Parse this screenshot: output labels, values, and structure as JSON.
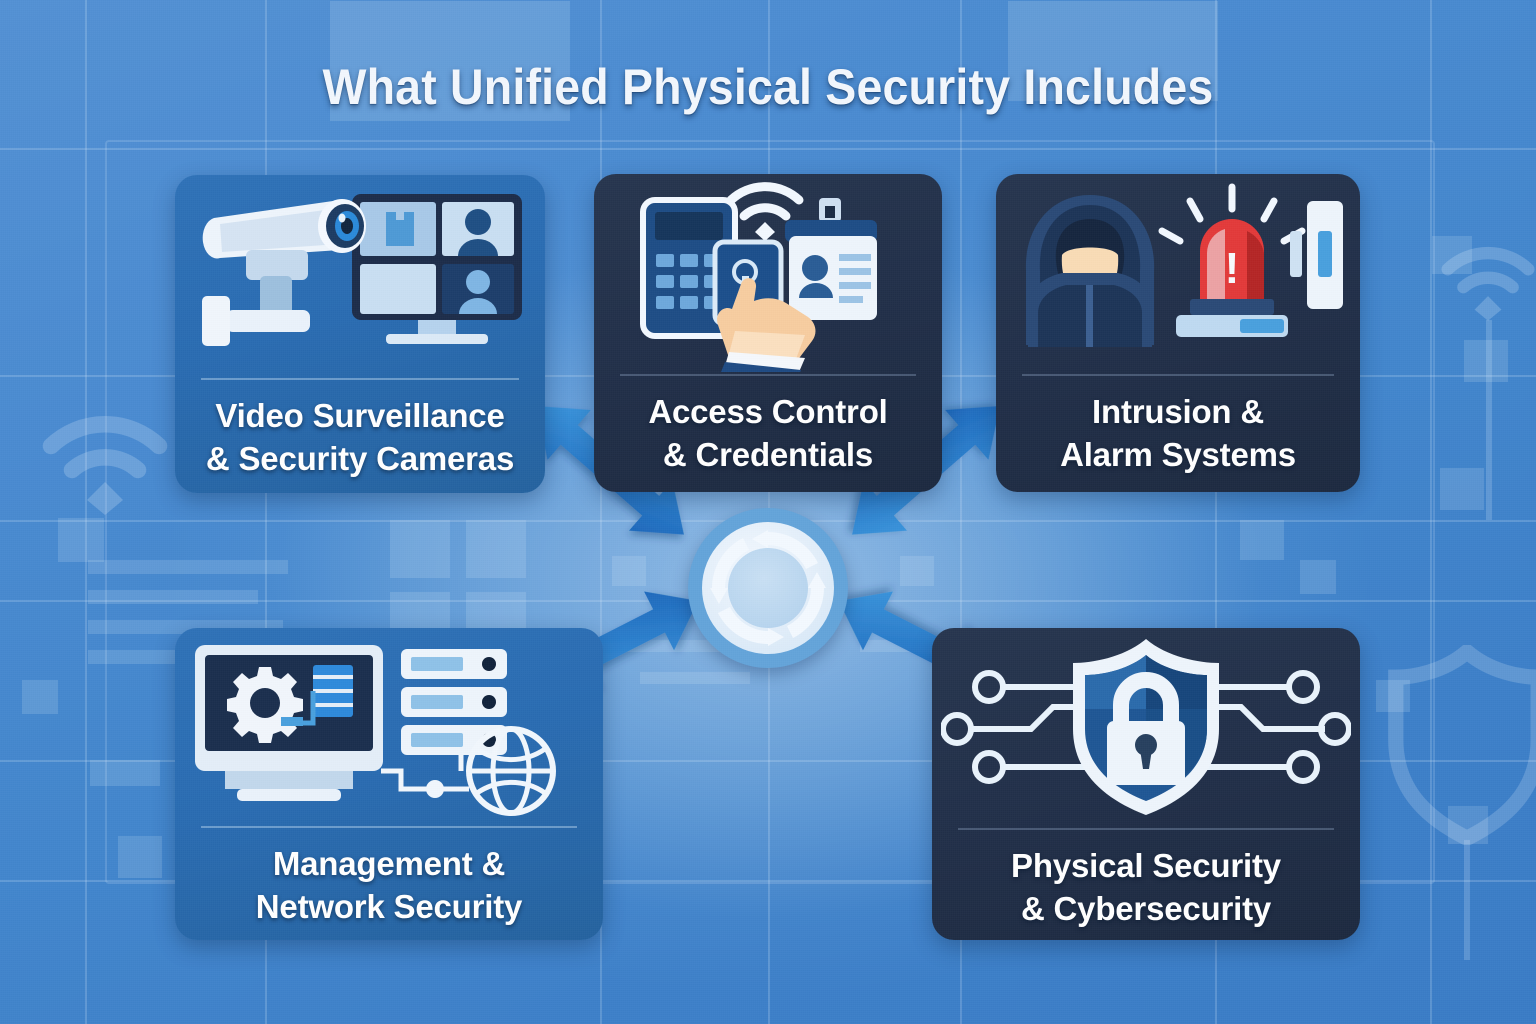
{
  "page": {
    "title": "What Unified Physical Security Includes",
    "background_color": "#4286cd",
    "accent_color": "#1f6fc4",
    "card_light_color": "#2a6cb2",
    "card_dark_color": "#22304a",
    "hub_ring_color": "#64a4da",
    "text_color": "#ffffff"
  },
  "hub": {
    "name": "unified-security-cycle-hub",
    "icon": "circular-arrows-cycle-icon"
  },
  "cards": [
    {
      "id": "video-surveillance",
      "line1": "Video Surveillance",
      "line2": "& Security Cameras",
      "theme": "light",
      "icons": [
        "security-camera-icon",
        "monitor-grid-icon",
        "person-silhouette-icon"
      ]
    },
    {
      "id": "access-control",
      "line1": "Access Control",
      "line2": "& Credentials",
      "theme": "dark",
      "icons": [
        "keypad-icon",
        "card-reader-icon",
        "hand-tap-icon",
        "id-badge-icon",
        "wifi-icon"
      ]
    },
    {
      "id": "intrusion-alarm",
      "line1": "Intrusion &",
      "line2": "Alarm Systems",
      "theme": "dark",
      "icons": [
        "hooded-intruder-icon",
        "alarm-siren-icon",
        "door-sensor-icon"
      ]
    },
    {
      "id": "management-network",
      "line1": "Management &",
      "line2": "Network Security",
      "theme": "light",
      "icons": [
        "monitor-gear-icon",
        "server-rack-icon",
        "globe-network-icon"
      ]
    },
    {
      "id": "physical-cybersecurity",
      "line1": "Physical Security",
      "line2": "& Cybersecurity",
      "theme": "dark",
      "icons": [
        "shield-lock-icon",
        "circuit-traces-icon"
      ]
    }
  ],
  "connectors": [
    {
      "id": "connector-video-to-hub",
      "from": "video-surveillance",
      "to": "hub",
      "style": "double-headed-arrow"
    },
    {
      "id": "connector-intrusion-to-hub",
      "from": "intrusion-alarm",
      "to": "hub",
      "style": "double-headed-arrow"
    },
    {
      "id": "connector-management-to-hub",
      "from": "management-network",
      "to": "hub",
      "style": "double-headed-arrow"
    },
    {
      "id": "connector-cyber-to-hub",
      "from": "physical-cybersecurity",
      "to": "hub",
      "style": "double-headed-arrow"
    }
  ],
  "background_watermarks": [
    {
      "name": "wifi-watermark-left",
      "icon": "wifi-icon"
    },
    {
      "name": "wifi-watermark-right",
      "icon": "wifi-icon"
    },
    {
      "name": "shield-watermark-right",
      "icon": "shield-icon"
    },
    {
      "name": "blueprint-grid",
      "icon": "grid-lines"
    }
  ]
}
